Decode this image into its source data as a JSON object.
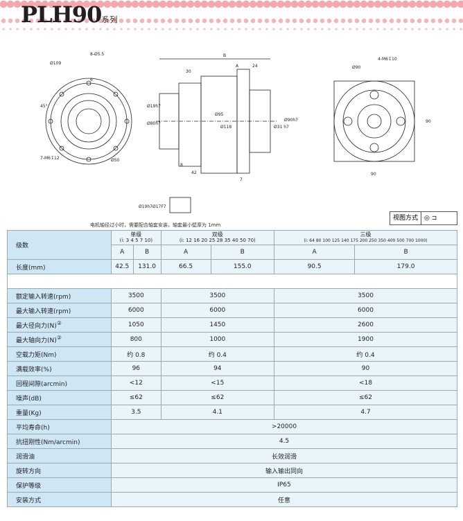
{
  "header": {
    "model": "PLH90",
    "series": "系列"
  },
  "drawing": {
    "labels": [
      "Ø109",
      "8-Ø5.5",
      "6",
      "45°",
      "7-M6↧12",
      "Ø50",
      "B",
      "30",
      "A",
      "24",
      "Ø95",
      "Ø118",
      "Ø90h7",
      "Ø31 h7",
      "Ø19h7",
      "Ø80h7",
      "8",
      "42",
      "7",
      "Ø90",
      "4-M6↧10",
      "90",
      "90",
      "Ø19h7",
      "Ø17F7"
    ]
  },
  "note": "电机轴径过小时，需要配合轴套安装，轴套最小壁厚为 1mm",
  "view": {
    "label": "视图方式"
  },
  "table": {
    "stage_label": "级数",
    "stages": [
      {
        "name": "单级",
        "ratios": "(i: 3 4 5 7 10)"
      },
      {
        "name": "双级",
        "ratios": "(i: 12 16 20 25 28 35 40 50 70)"
      },
      {
        "name": "三级",
        "ratios": "(i: 64 80 100 125 140 175 200 250 350 400 500 700 1000)"
      }
    ],
    "ab": [
      "A",
      "B",
      "A",
      "B",
      "A",
      "B"
    ],
    "length_label": "长度(mm)",
    "length": [
      "42.5",
      "131.0",
      "66.5",
      "155.0",
      "90.5",
      "179.0"
    ],
    "rows3": [
      {
        "label": "额定输入转速(rpm)",
        "v": [
          "3500",
          "3500",
          "3500"
        ]
      },
      {
        "label": "最大输入转速(rpm)",
        "v": [
          "6000",
          "6000",
          "6000"
        ]
      },
      {
        "label": "最大径向力(N)",
        "sup": "②",
        "v": [
          "1050",
          "1450",
          "2600"
        ]
      },
      {
        "label": "最大轴向力(N)",
        "sup": "②",
        "v": [
          "800",
          "1000",
          "1900"
        ]
      },
      {
        "label": "空载力矩(Nm)",
        "v": [
          "约 0.8",
          "约 0.4",
          "约 0.4"
        ]
      },
      {
        "label": "满载效率(%)",
        "v": [
          "96",
          "94",
          "90"
        ]
      },
      {
        "label": "回程间隙(arcmin)",
        "v": [
          "<12",
          "<15",
          "<18"
        ]
      },
      {
        "label": "噪声(dB)",
        "v": [
          "≤62",
          "≤62",
          "≤62"
        ]
      },
      {
        "label": "重量(Kg)",
        "v": [
          "3.5",
          "4.1",
          "4.7"
        ]
      }
    ],
    "rows1": [
      {
        "label": "平均寿命(h)",
        "v": ">20000"
      },
      {
        "label": "抗扭刚性(Nm/arcmin)",
        "v": "4.5"
      },
      {
        "label": "润滑油",
        "v": "长效润滑"
      },
      {
        "label": "旋转方向",
        "v": "输入输出同向"
      },
      {
        "label": "保护等级",
        "v": "IP65"
      },
      {
        "label": "安装方式",
        "v": "任意"
      }
    ]
  }
}
